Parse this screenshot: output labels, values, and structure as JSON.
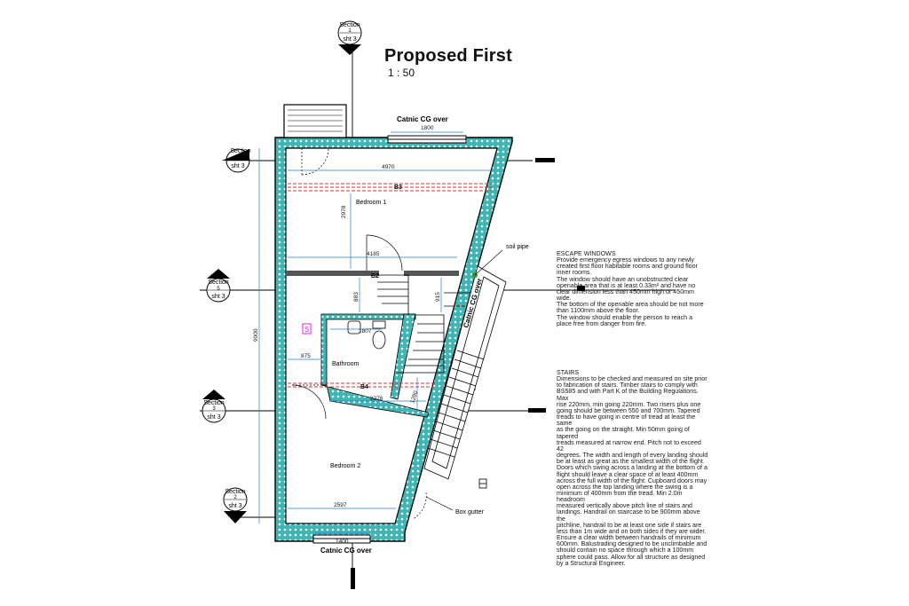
{
  "drawing": {
    "title": "Proposed First",
    "scale": "1 : 50"
  },
  "section_markers": [
    {
      "id": "top",
      "line1": "Section",
      "line2": "1",
      "sheet": "sht 3"
    },
    {
      "id": "s4",
      "line1": "Section",
      "line2": "4",
      "sheet": "sht 3"
    },
    {
      "id": "s5",
      "line1": "Section",
      "line2": "5",
      "sheet": "sht 3"
    },
    {
      "id": "s3",
      "line1": "Section",
      "line2": "3",
      "sheet": "sht 3"
    },
    {
      "id": "s2",
      "line1": "Section",
      "line2": "2",
      "sheet": "sht 3"
    }
  ],
  "labels": {
    "catnic_top": "Catnic CG over",
    "catnic_bottom": "Catnic CG over",
    "catnic_side": "Catnic CG over",
    "soil_pipe": "soil pipe",
    "box_gutter": "Box gutter",
    "symbol_s": "S"
  },
  "rooms": {
    "bedroom1": "Bedroom 1",
    "bedroom2": "Bedroom 2",
    "bathroom": "Bathroom"
  },
  "beams": {
    "b2": "B2",
    "b3": "B3",
    "b4": "B4"
  },
  "dimensions": {
    "d1800": "1800",
    "d4970": "4970",
    "d2978": "2978",
    "d4185": "4185",
    "d883": "883",
    "d915": "915",
    "d1807": "1807",
    "d9000": "9000",
    "d875": "875",
    "d2276": "2276",
    "d1280": "1280",
    "d2597": "2597",
    "d1400": "1400"
  },
  "notes": {
    "escape": {
      "heading": "ESCAPE WINDOWS",
      "lines": [
        "Provide emergency egress windows to any newly",
        "created first floor habitable rooms and ground floor",
        "inner rooms.",
        "The window should have an unobstructed clear",
        "openable area that is at least 0.33m² and have no",
        "clear dimension less than 450mm high or 450mm",
        "wide.",
        "The bottom of the openable area should be not more",
        "than 1100mm above the floor.",
        "The window should enable the person to reach a",
        "place free from danger from fire."
      ]
    },
    "stairs": {
      "heading": "STAIRS",
      "lines": [
        "Dimensions to be checked and measured on site prior",
        "to fabrication of stairs. Timber stairs to comply with",
        "BS585 and with Part K of the Building Regulations. Max",
        "rise 220mm, min going 220mm. Two risers plus one",
        "going should be between 550 and 700mm. Tapered",
        "treads to have going in centre of tread at least the same",
        "as the going on the straight. Min 50mm going of tapered",
        "treads measured at narrow end. Pitch not to exceed 42",
        "degrees. The width and length of every landing should",
        "be at least as great as the smallest width of the flight.",
        "Doors which swing across a landing at the bottom of a",
        "flight should leave a clear space of at least 400mm",
        "across the full width of the flight. Cupboard doors may",
        "open across the top landing where the swing is a",
        "minimum of 400mm from the tread. Min 2.0m headroom",
        "measured vertically above pitch line of stairs and",
        "landings. Handrail on staircase to be 900mm above the",
        "pitchline, handrail to be at least one side if stairs are",
        "less than 1m wide and on both sides if they are wider.",
        "Ensure a clear width between handrails of minimum",
        "600mm. Balustrading designed to be unclimbable and",
        "should contain no space through which a 100mm",
        "sphere could pass. Allow for all structure as designed",
        "by a Structural Engineer."
      ]
    }
  }
}
